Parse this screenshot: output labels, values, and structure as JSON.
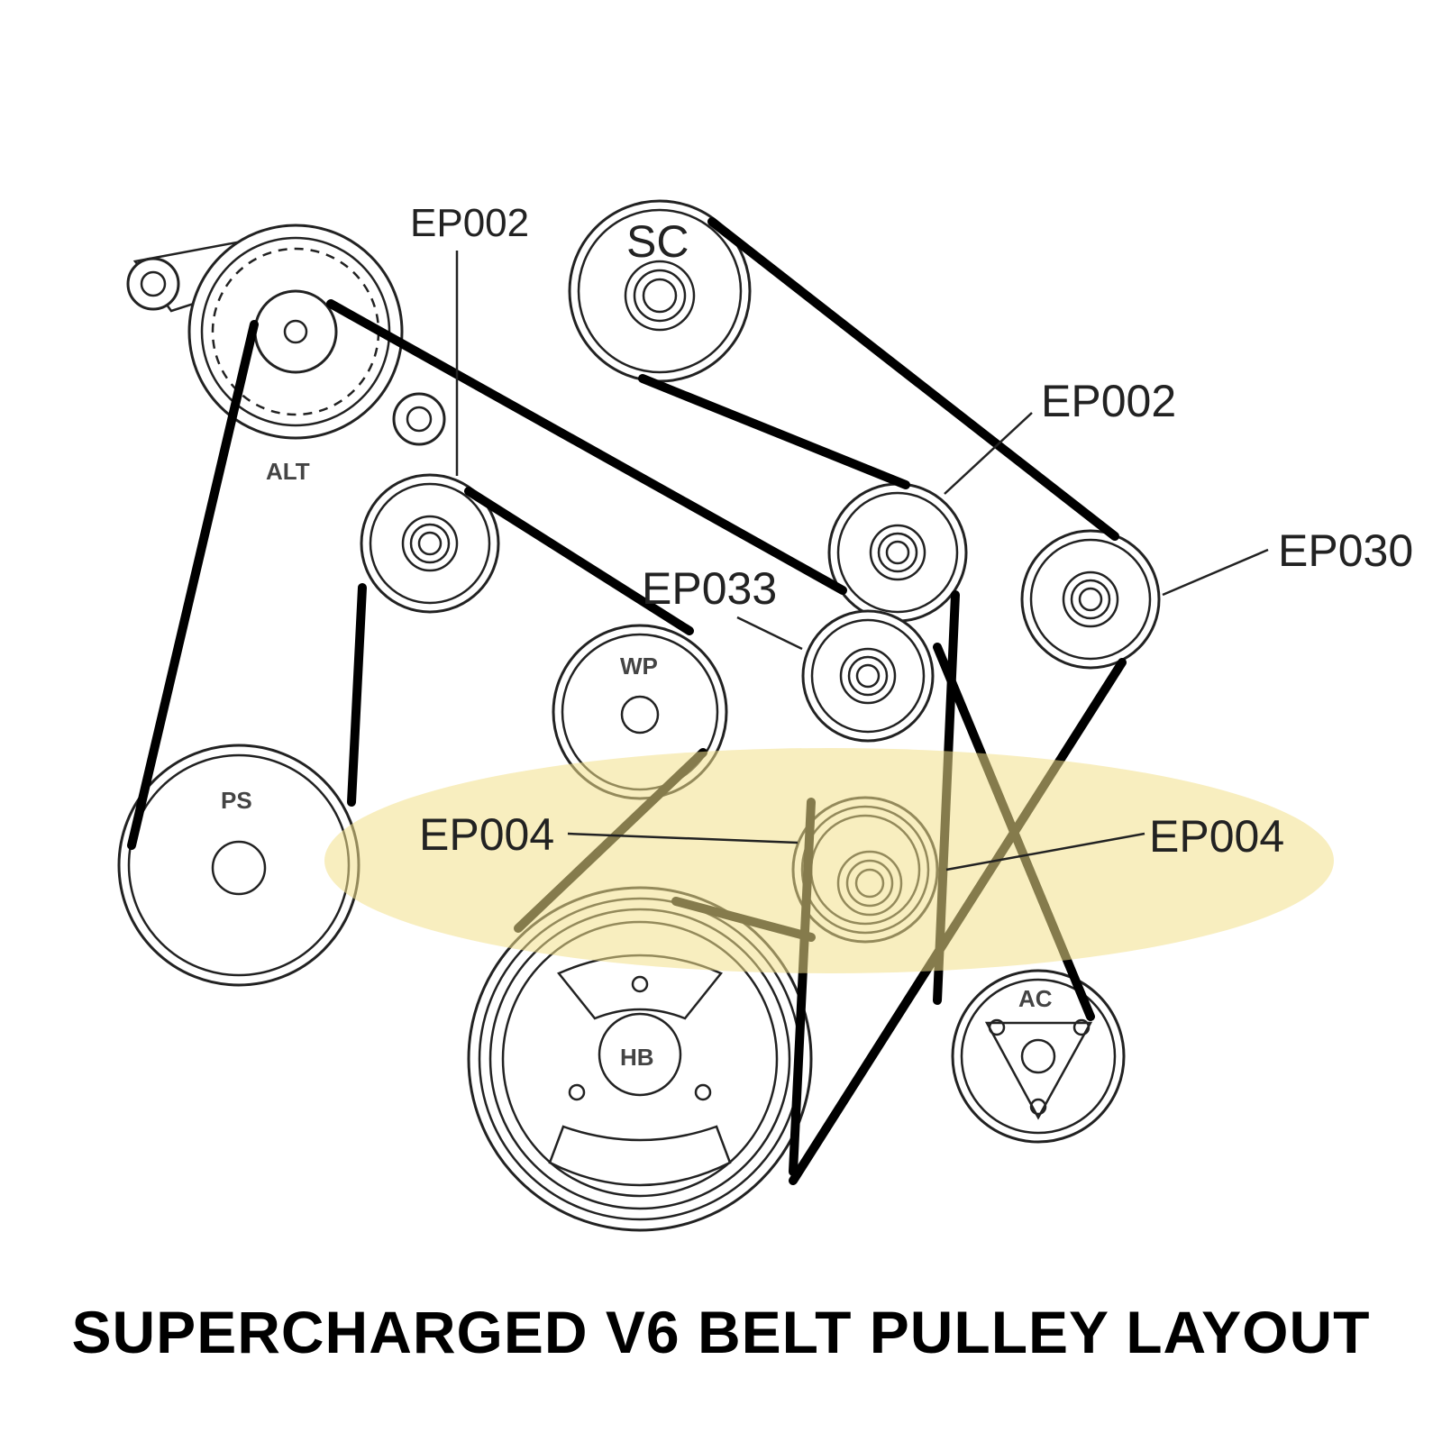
{
  "diagram": {
    "caption": "SUPERCHARGED V6 BELT PULLEY LAYOUT",
    "highlight_color": "#f3e08a",
    "pulleys": {
      "alt": "ALT",
      "sc": "SC",
      "wp": "WP",
      "ps": "PS",
      "hb": "HB",
      "ac": "AC"
    },
    "callouts": {
      "ep002_top": "EP002",
      "ep002_right": "EP002",
      "ep030": "EP030",
      "ep033": "EP033",
      "ep004_left": "EP004",
      "ep004_right": "EP004"
    }
  }
}
